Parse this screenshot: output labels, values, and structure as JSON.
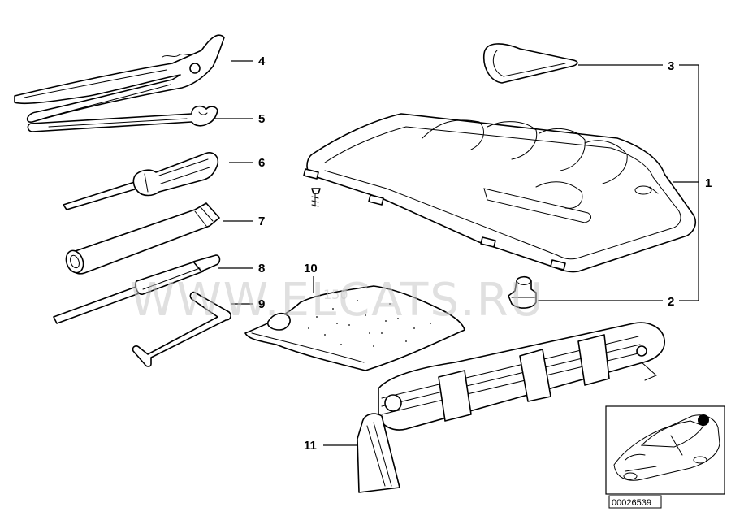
{
  "callouts": [
    {
      "id": "1",
      "label": "1"
    },
    {
      "id": "2",
      "label": "2"
    },
    {
      "id": "3",
      "label": "3"
    },
    {
      "id": "4",
      "label": "4"
    },
    {
      "id": "5",
      "label": "5"
    },
    {
      "id": "6",
      "label": "6"
    },
    {
      "id": "7",
      "label": "7"
    },
    {
      "id": "8",
      "label": "8"
    },
    {
      "id": "9",
      "label": "9"
    },
    {
      "id": "10",
      "label": "10"
    },
    {
      "id": "11",
      "label": "11"
    }
  ],
  "watermark": "WWW.ELCATS.RU",
  "watermark_small": "150",
  "reference_number": "00026539",
  "colors": {
    "line": "#000000",
    "background": "#ffffff",
    "watermark": "#c8c8c8"
  }
}
